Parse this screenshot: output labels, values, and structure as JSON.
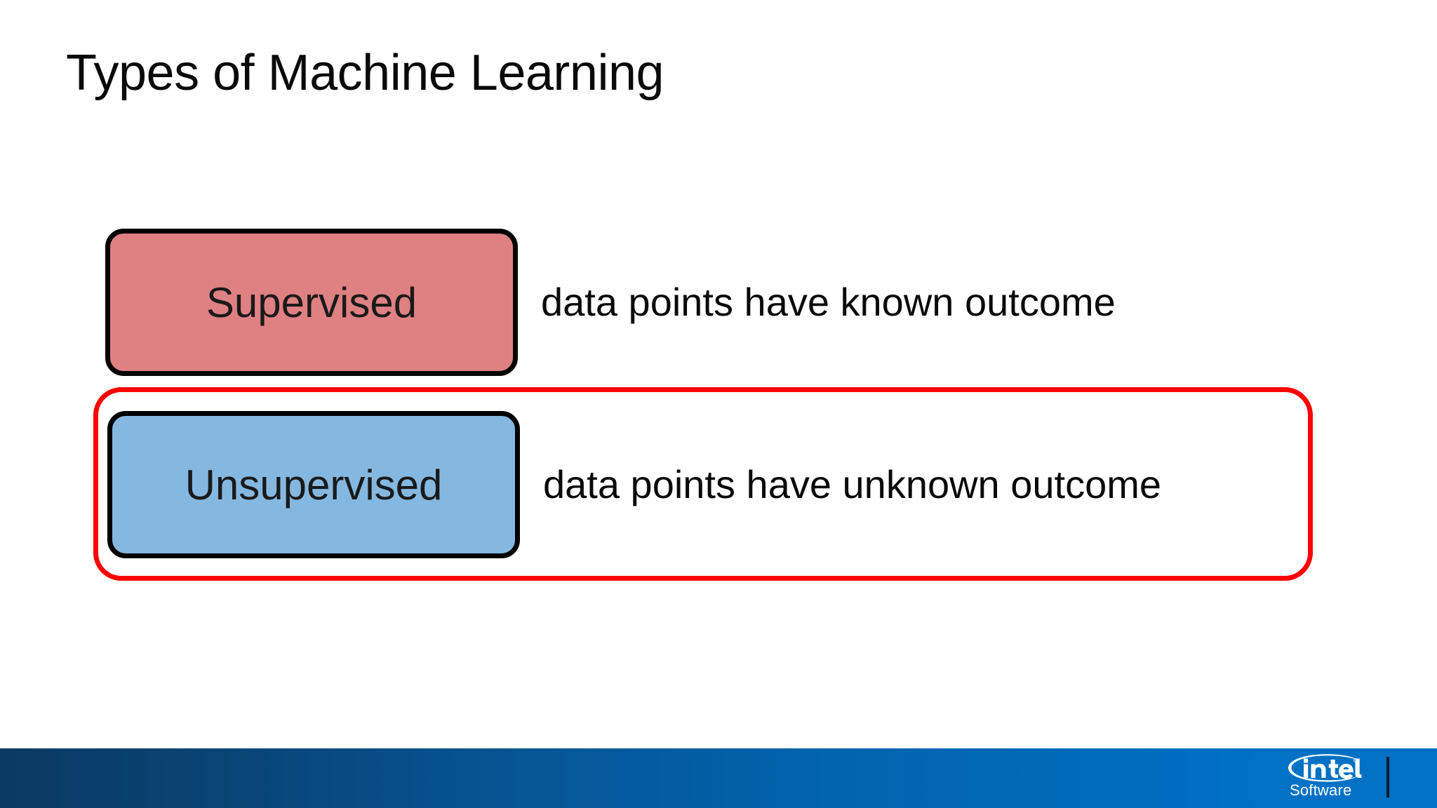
{
  "slide": {
    "title": "Types of Machine Learning",
    "background_color": "#ffffff",
    "rows": [
      {
        "label": "Supervised",
        "description": "data points have known outcome",
        "box_color": "#df8082",
        "border_color": "#000000",
        "highlighted": false
      },
      {
        "label": "Unsupervised",
        "description": "data points have unknown outcome",
        "box_color": "#84b8e1",
        "border_color": "#000000",
        "highlighted": true
      }
    ],
    "highlight": {
      "color": "#ff0000",
      "target": "unsupervised-row"
    }
  },
  "footer": {
    "brand": "intel",
    "sub_brand": "Software",
    "gradient_from": "#0a3a63",
    "gradient_to": "#0071c5",
    "divider_color": "#0b1b2b"
  }
}
